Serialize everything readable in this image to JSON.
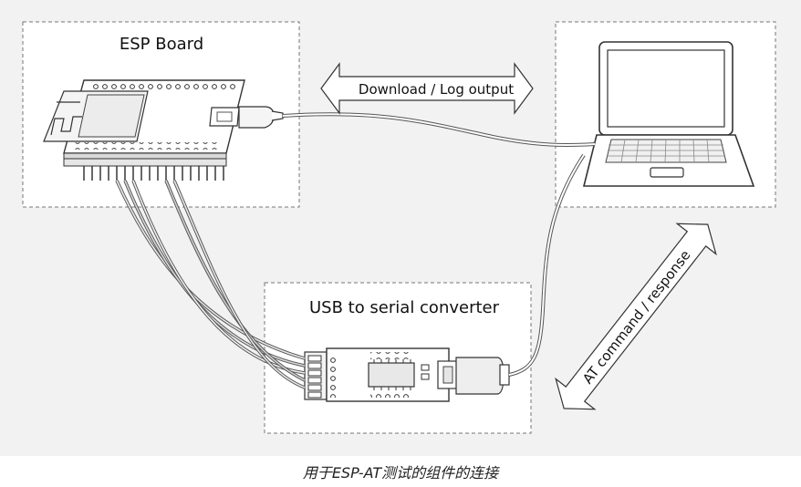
{
  "diagram": {
    "esp_board_label": "ESP Board",
    "usb_converter_label": "USB to serial converter",
    "download_arrow_label": "Download / Log output",
    "at_arrow_label": "AT command / response"
  },
  "caption": "用于ESP-AT测试的组件的连接"
}
